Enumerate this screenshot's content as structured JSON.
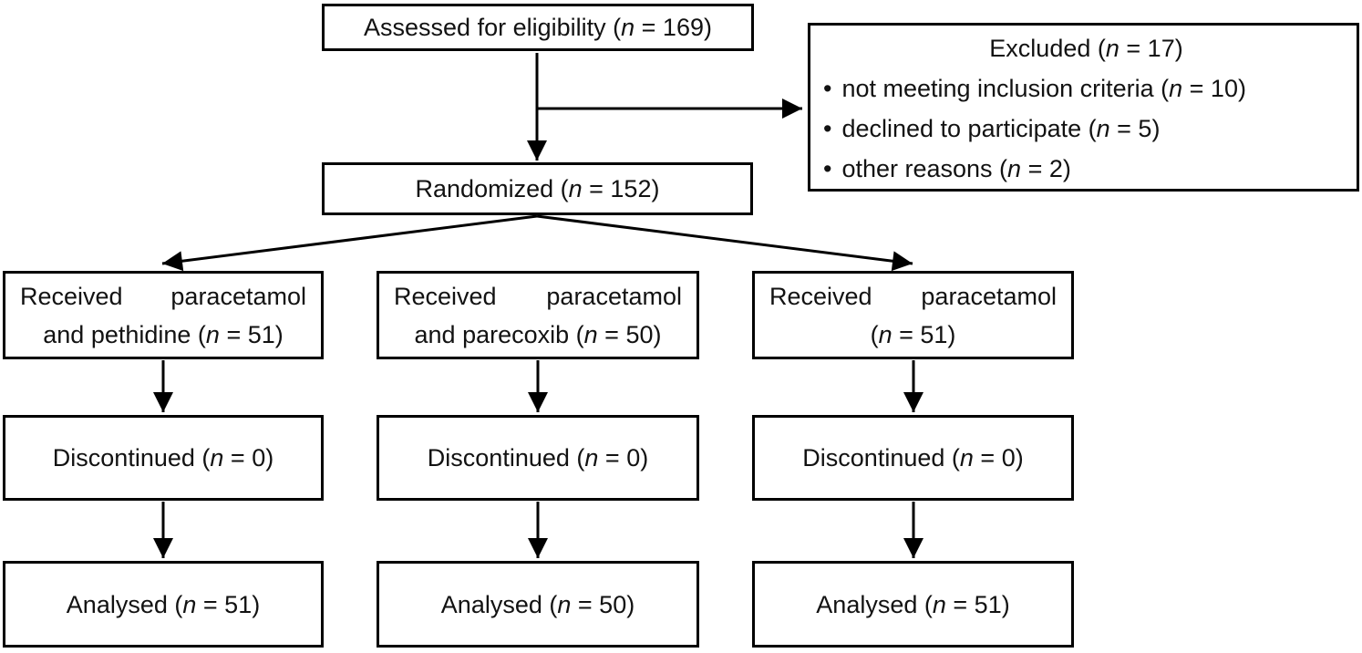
{
  "colors": {
    "background": "#ffffff",
    "box_border": "#000000",
    "text": "#121212",
    "arrow": "#000000"
  },
  "nodes": {
    "assessed": {
      "pre": "Assessed for eligibility (",
      "n": "n",
      "post": " = 169)"
    },
    "excluded": {
      "title": {
        "pre": "Excluded (",
        "n": "n",
        "post": " = 17)"
      },
      "bullet": "•",
      "items": [
        {
          "pre": "not meeting inclusion criteria (",
          "n": "n",
          "post": " = 10)"
        },
        {
          "pre": "declined to participate (",
          "n": "n",
          "post": " = 5)"
        },
        {
          "pre": "other reasons (",
          "n": "n",
          "post": " = 2)"
        }
      ]
    },
    "randomized": {
      "pre": "Randomized (",
      "n": "n",
      "post": " = 152)"
    },
    "arms": [
      {
        "received_line1": "Received paracetamol",
        "received_line2": {
          "pre": "and pethidine (",
          "n": "n",
          "post": " = 51)"
        },
        "discontinued": {
          "pre": "Discontinued (",
          "n": "n",
          "post": " = 0)"
        },
        "analysed": {
          "pre": "Analysed (",
          "n": "n",
          "post": " = 51)"
        }
      },
      {
        "received_line1": "Received paracetamol",
        "received_line2": {
          "pre": "and parecoxib (",
          "n": "n",
          "post": " = 50)"
        },
        "discontinued": {
          "pre": "Discontinued (",
          "n": "n",
          "post": " = 0)"
        },
        "analysed": {
          "pre": "Analysed (",
          "n": "n",
          "post": " = 50)"
        }
      },
      {
        "received_line1": "Received paracetamol",
        "received_line2": {
          "pre": "(",
          "n": "n",
          "post": " = 51)"
        },
        "discontinued": {
          "pre": "Discontinued (",
          "n": "n",
          "post": " = 0)"
        },
        "analysed": {
          "pre": "Analysed (",
          "n": "n",
          "post": " = 51)"
        }
      }
    ]
  }
}
